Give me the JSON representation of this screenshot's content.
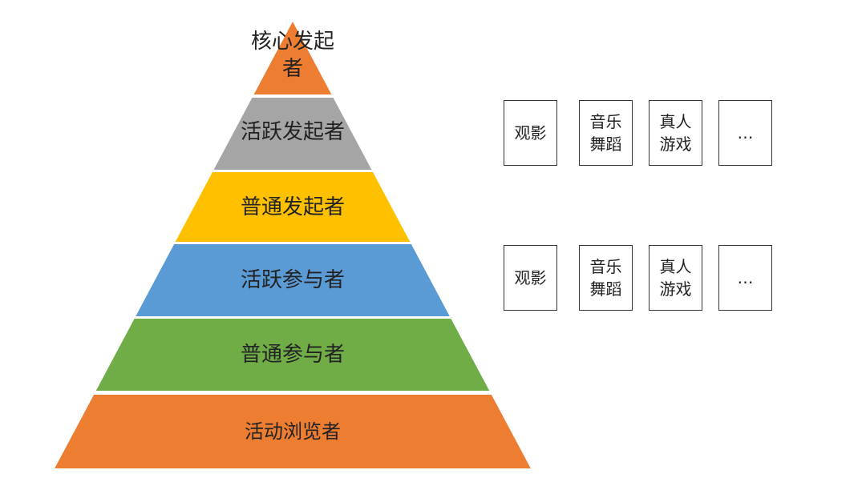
{
  "pyramid": {
    "layers": [
      {
        "label": "核心发起者",
        "color": "#ED7D31"
      },
      {
        "label": "活跃发起者",
        "color": "#A5A5A5"
      },
      {
        "label": "普通发起者",
        "color": "#FFC000"
      },
      {
        "label": "活跃参与者",
        "color": "#5B9BD5"
      },
      {
        "label": "普通参与者",
        "color": "#70AD47"
      },
      {
        "label": "活动浏览者",
        "color": "#ED7D31"
      }
    ]
  },
  "activity_rows": [
    {
      "items": [
        "观影",
        "音乐舞蹈",
        "真人游戏",
        "…"
      ]
    },
    {
      "items": [
        "观影",
        "音乐舞蹈",
        "真人游戏",
        "…"
      ]
    }
  ]
}
